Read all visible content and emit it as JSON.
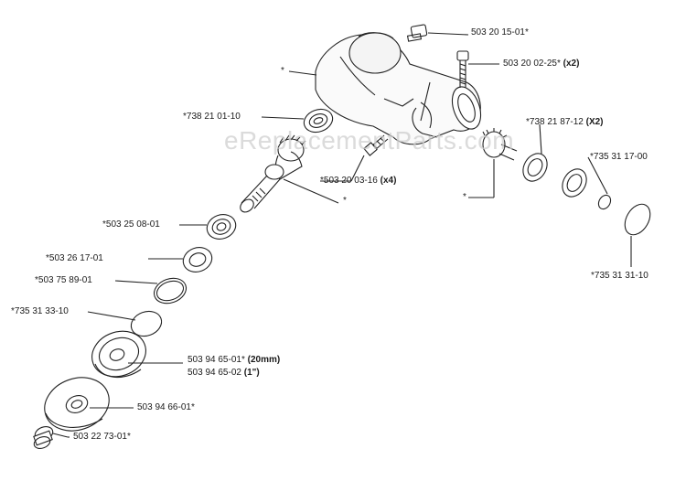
{
  "watermark": "eReplacementParts.com",
  "labels": {
    "p_503_20_15_01": "503 20 15-01*",
    "p_503_20_02_25": "503 20 02-25*",
    "p_503_20_02_25_qty": "(x2)",
    "p_star_top": "*",
    "p_738_21_01_10": "*738 21 01-10",
    "p_738_21_87_12": "*738 21 87-12",
    "p_738_21_87_12_qty": "(X2)",
    "p_735_31_17_00": "*735 31 17-00",
    "p_503_20_03_16": "*503 20 03-16",
    "p_503_20_03_16_qty": "(x4)",
    "p_star_mid": "*",
    "p_star_right": "*",
    "p_503_25_08_01": "*503 25 08-01",
    "p_735_31_31_10": "*735 31 31-10",
    "p_503_26_17_01": "*503 26 17-01",
    "p_503_75_89_01": "*503 75 89-01",
    "p_735_31_33_10": "*735 31 33-10",
    "p_503_94_65_01": "503 94 65-01*",
    "p_503_94_65_01_size": "(20mm)",
    "p_503_94_65_02": "503 94 65-02",
    "p_503_94_65_02_size": "(1\")",
    "p_503_94_66_01": "503 94 66-01*",
    "p_503_22_73_01": "503 22 73-01*"
  }
}
